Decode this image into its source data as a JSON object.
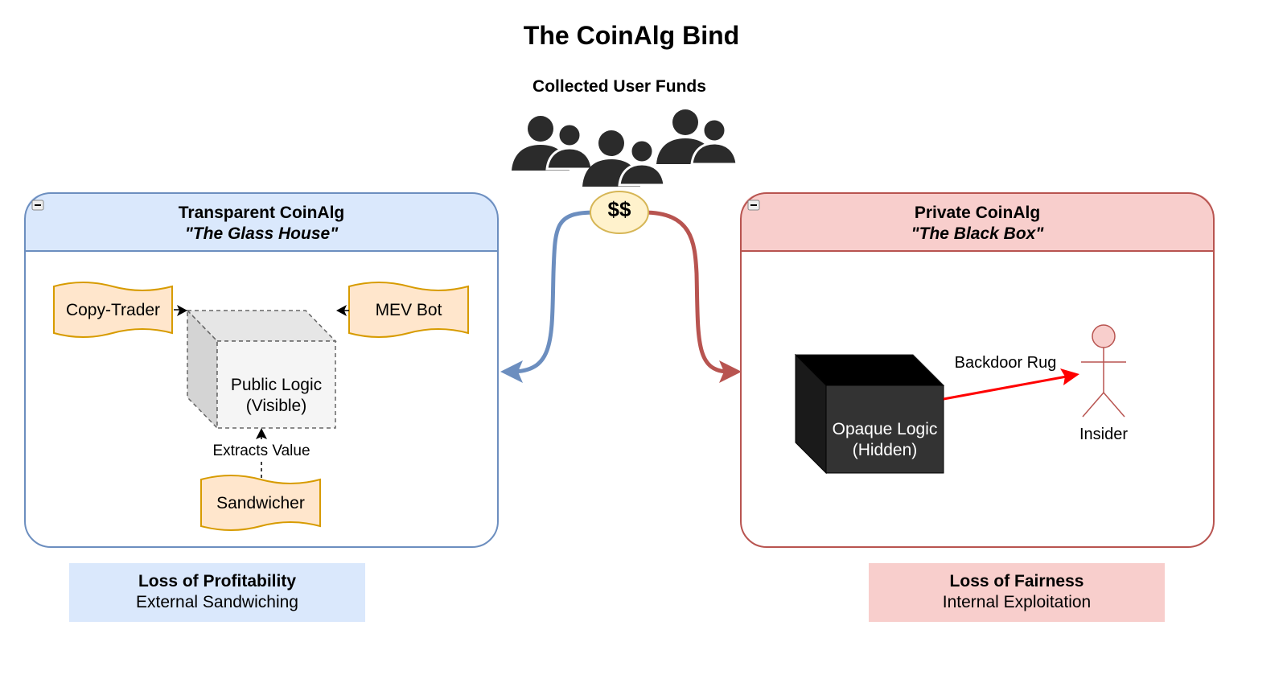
{
  "title": "The CoinAlg Bind",
  "funds": {
    "label": "Collected User Funds",
    "token_label": "$$"
  },
  "transparent": {
    "title": "Transparent CoinAlg",
    "subtitle": "\"The Glass House\"",
    "colors": {
      "header": "#dae8fc",
      "border": "#6c8ebf"
    },
    "nodes": {
      "copy_trader": "Copy-Trader",
      "mev_bot": "MEV Bot",
      "logic_line1": "Public Logic",
      "logic_line2": "(Visible)",
      "sandwicher": "Sandwicher",
      "edge_label": "Extracts Value"
    }
  },
  "private": {
    "title": "Private CoinAlg",
    "subtitle": "\"The Black Box\"",
    "colors": {
      "header": "#f8cecc",
      "border": "#b85450"
    },
    "nodes": {
      "logic_line1": "Opaque Logic",
      "logic_line2": "(Hidden)",
      "edge_label": "Backdoor Rug",
      "actor": "Insider"
    }
  },
  "outcomes": [
    {
      "title": "Loss of Profitability",
      "detail": "External Sandwiching",
      "color": "#dae8fc"
    },
    {
      "title": "Loss of Fairness",
      "detail": "Internal Exploitation",
      "color": "#f8cecc"
    }
  ]
}
